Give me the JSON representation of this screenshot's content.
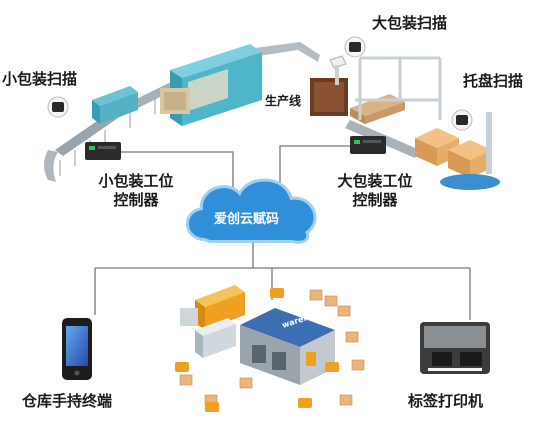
{
  "labels": {
    "small_scan": "小包装扫描",
    "big_scan": "大包装扫描",
    "pallet_scan": "托盘扫描",
    "production_line": "生产线",
    "small_station_1": "小包装工位",
    "small_station_2": "控制器",
    "big_station_1": "大包装工位",
    "big_station_2": "控制器",
    "cloud": "爱创云赋码",
    "handheld": "仓库手持终端",
    "printer": "标签打印机",
    "warehouse_sign": "warehouse"
  },
  "colors": {
    "cloud_fill": "#2f8fd8",
    "cloud_stroke": "#9fd0f0",
    "line": "#7a7a7a",
    "conveyor": "#9aa4ac",
    "machine": "#4fb6c9",
    "box": "#e9a45a",
    "truck": "#f0a020"
  }
}
